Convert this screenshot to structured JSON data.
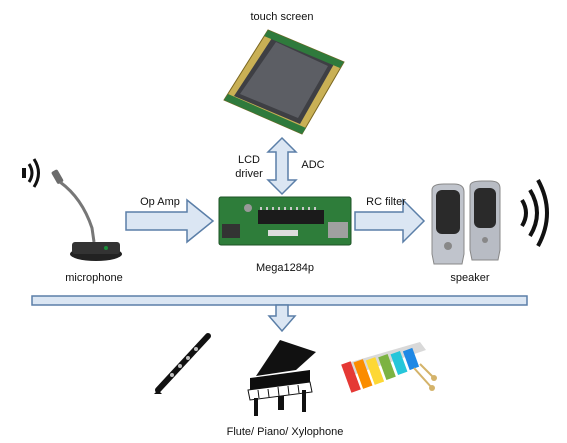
{
  "labels": {
    "touch_screen": "touch screen",
    "lcd_driver_line1": "LCD",
    "lcd_driver_line2": "driver",
    "adc": "ADC",
    "op_amp": "Op Amp",
    "rc_filter": "RC filter",
    "microphone": "microphone",
    "microcontroller": "Mega1284p",
    "speaker": "speaker",
    "instruments": "Flute/ Piano/ Xylophone"
  },
  "colors": {
    "arrow_fill": "#dbe6f3",
    "arrow_stroke": "#5b7fa8",
    "pcb_green": "#2e7d3a",
    "speaker_silver": "#c0c4cc"
  },
  "icons": [
    "sound-waves-icon",
    "microphone-icon",
    "touch-screen-icon",
    "board-icon",
    "speaker-icon",
    "flute-icon",
    "piano-icon",
    "xylophone-icon"
  ]
}
